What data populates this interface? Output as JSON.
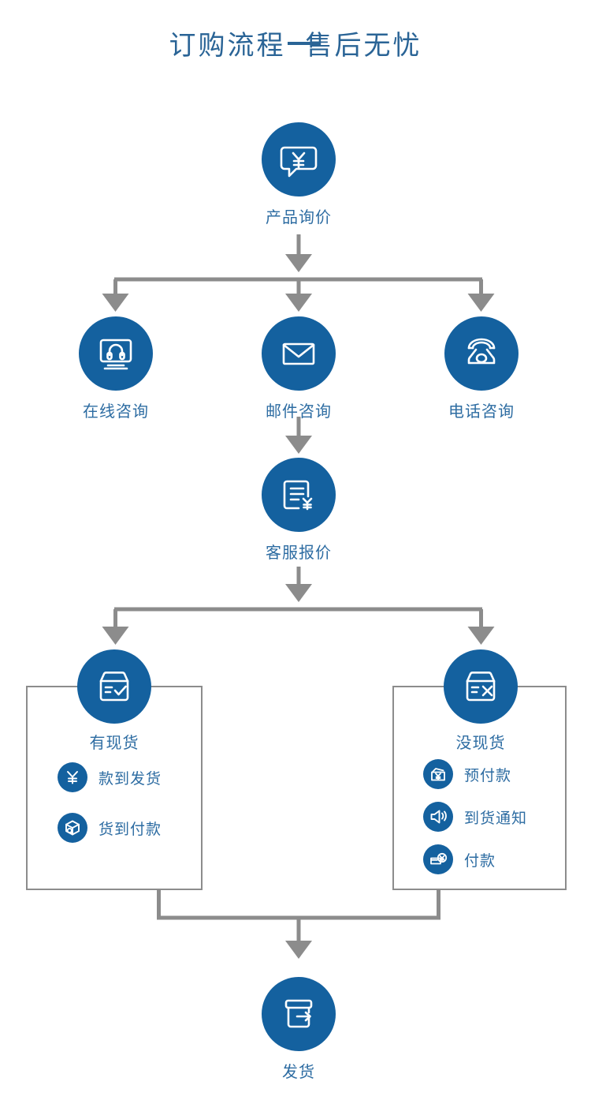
{
  "header": {
    "title": "订购流程  售后无忧",
    "accent_color": "#2a6496"
  },
  "theme": {
    "circle_blue": "#14619f",
    "label_blue": "#2d6ca2",
    "connector_gray": "#8c8c8c",
    "box_border_gray": "#8c8c8c",
    "background": "#ffffff"
  },
  "flow": {
    "start": {
      "label": "产品询价",
      "icon": "speech-bubble-yen-icon"
    },
    "channels": [
      {
        "label": "在线咨询",
        "icon": "monitor-headset-icon"
      },
      {
        "label": "邮件咨询",
        "icon": "envelope-icon"
      },
      {
        "label": "电话咨询",
        "icon": "telephone-icon"
      }
    ],
    "quote": {
      "label": "客服报价",
      "icon": "document-yen-icon"
    },
    "outcomes": [
      {
        "label": "有现货",
        "icon": "box-check-icon",
        "options": [
          {
            "label": "款到发货",
            "icon": "yen-circle-icon"
          },
          {
            "label": "货到付款",
            "icon": "package-icon"
          }
        ]
      },
      {
        "label": "没现货",
        "icon": "box-x-icon",
        "options": [
          {
            "label": "预付款",
            "icon": "wallet-yen-icon"
          },
          {
            "label": "到货通知",
            "icon": "megaphone-icon"
          },
          {
            "label": "付款",
            "icon": "card-yen-icon"
          }
        ]
      }
    ],
    "end": {
      "label": "发货",
      "icon": "box-arrow-out-icon"
    }
  }
}
